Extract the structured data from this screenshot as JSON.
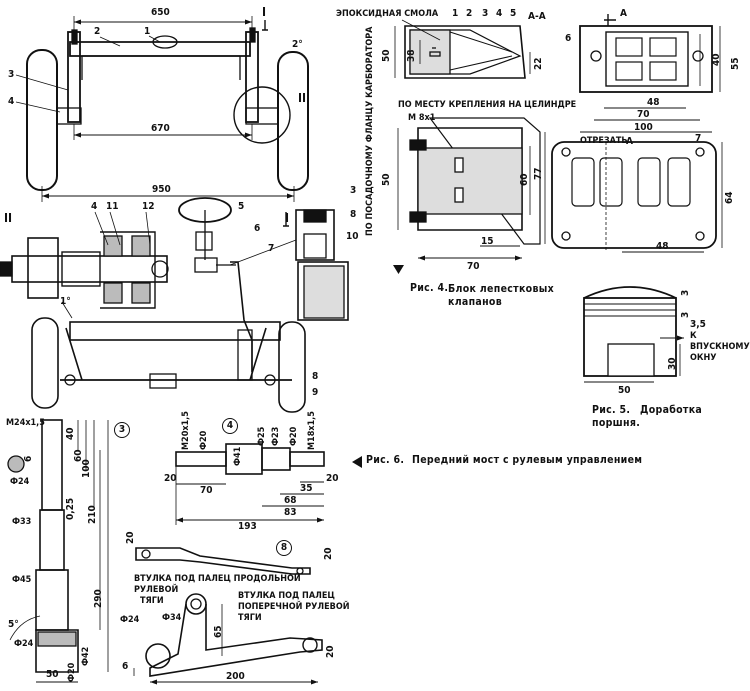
{
  "front_axle": {
    "dims": {
      "top": "650",
      "mid": "670",
      "bottom": "950",
      "angle": "2°"
    },
    "section_marks": {
      "one": "I",
      "two": "II"
    },
    "parts": [
      "1",
      "2",
      "3",
      "4"
    ]
  },
  "axle_detail": {
    "view_two": "II",
    "view_one": "I",
    "parts": [
      "4",
      "11",
      "12",
      "5",
      "6",
      "7",
      "3",
      "8",
      "10",
      "8",
      "9"
    ],
    "angle": "1°"
  },
  "fig4": {
    "resin_label": "ЭПОКСИДНАЯ СМОЛА",
    "section": "А-А",
    "parts": [
      "1",
      "2",
      "3",
      "4",
      "5"
    ],
    "dims": {
      "d50": "50",
      "d38": "38",
      "d22": "22",
      "d60": "60",
      "d77": "77",
      "d50b": "50",
      "d15": "15",
      "d70": "70"
    },
    "thread": "М 8х1",
    "cyl_label": "ПО МЕСТУ КРЕПЛЕНИЯ НА ЦЕЛИНДРЕ",
    "vertical_label": "ПО ПОСАДОЧНОМУ ФЛАНЦУ КАРБЮРАТОРА",
    "caption_num": "Рис. 4.",
    "caption_text": "Блок лепестковых клапанов"
  },
  "fig4_plan": {
    "view": "А",
    "parts": [
      "6",
      "7"
    ],
    "dims": {
      "d48": "48",
      "d70": "70",
      "d100": "100",
      "d40": "40",
      "d55": "55",
      "d64": "64",
      "d48b": "48"
    },
    "cut_label": "ОТРЕЗАТЬ",
    "mark_a": "А"
  },
  "fig5": {
    "dims": {
      "d3a": "3",
      "d3b": "3",
      "d35": "3,5",
      "d30": "30",
      "d50": "50"
    },
    "port_label_1": "К",
    "port_label_2": "ВПУСКНОМУ",
    "port_label_3": "ОКНУ",
    "caption_num": "Рис. 5.",
    "caption_text_1": "Доработка",
    "caption_text_2": "поршня."
  },
  "fig6": {
    "caption_num": "Рис. 6.",
    "caption_text": "Передний мост с рулевым управлением"
  },
  "part3": {
    "num": "3",
    "dims": {
      "thread": "М24х1,5",
      "d40": "40",
      "d60": "60",
      "d100": "100",
      "d6": "6",
      "phi24": "Ф24",
      "d25": "0,25",
      "d210": "210",
      "phi33": "Ф33",
      "phi45": "Ф45",
      "d290": "290",
      "ang": "5°",
      "phi24b": "Ф24",
      "phi42": "Ф42",
      "d50": "50",
      "phi20": "Ф20"
    }
  },
  "part4": {
    "num": "4",
    "dims": {
      "thread_l": "М20х1,5",
      "phi20": "Ф20",
      "phi41": "Ф41",
      "phi25": "Ф25",
      "phi23": "Ф23",
      "phi20b": "Ф20",
      "thread_r": "М18х1,5",
      "d20": "20",
      "d70": "70",
      "d20b": "20",
      "d35": "35",
      "d68": "68",
      "d83": "83",
      "d193": "193"
    }
  },
  "part8": {
    "num": "8",
    "dims": {
      "d20a": "20",
      "d20b": "20",
      "phi24": "Ф24",
      "phi34": "Ф34",
      "d65": "65",
      "d6": "6",
      "d20c": "20",
      "d200": "200"
    },
    "bush_long_1": "ВТУЛКА ПОД ПАЛЕЦ ПРОДОЛЬНОЙ",
    "bush_long_2": "РУЛЕВОЙ",
    "bush_long_3": "ТЯГИ",
    "bush_cross_1": "ВТУЛКА ПОД ПАЛЕЦ",
    "bush_cross_2": "ПОПЕРЕЧНОЙ РУЛЕВОЙ",
    "bush_cross_3": "ТЯГИ"
  }
}
